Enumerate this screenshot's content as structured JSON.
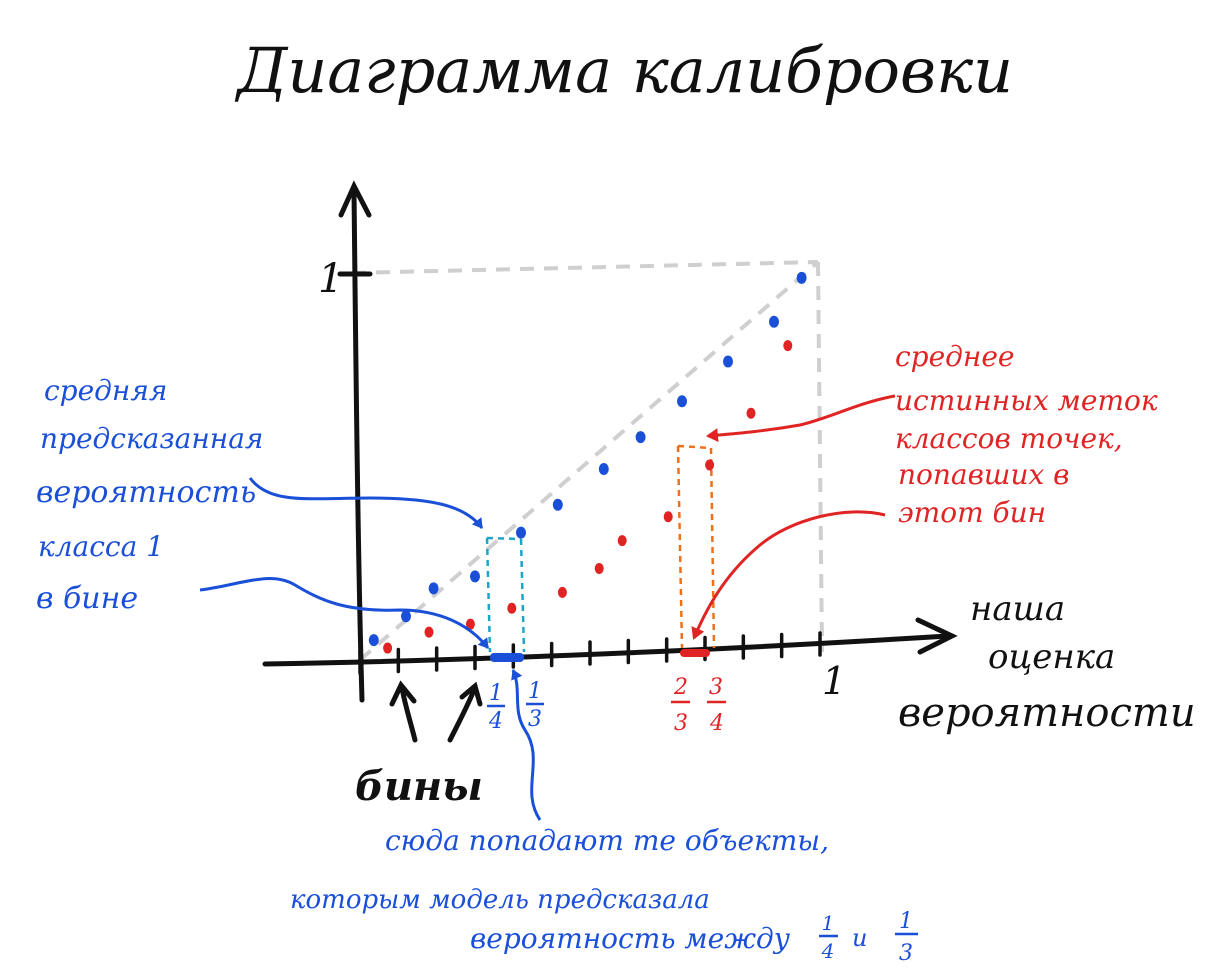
{
  "title": "Диаграмма калибровки",
  "axes": {
    "y_one": "1",
    "x_one": "1",
    "x_label_lines": [
      "наша",
      "оценка",
      "вероятности"
    ]
  },
  "ticks": {
    "blue_left_num": "1",
    "blue_left_den": "4",
    "blue_right_num": "1",
    "blue_right_den": "3",
    "red_left_num": "2",
    "red_left_den": "3",
    "red_right_num": "3",
    "red_right_den": "4"
  },
  "annotations": {
    "left_blue_lines": [
      "средняя",
      "предсказанная",
      "вероятность",
      "класса 1",
      "в бине"
    ],
    "right_red_lines": [
      "среднее",
      "истинных меток",
      "классов точек,",
      "попавших в",
      "этот бин"
    ],
    "bins_label": "бины",
    "bottom_blue_lines": [
      "сюда попадают те объекты,",
      "которым модель предсказала",
      "вероятность между"
    ],
    "bottom_frac_a_num": "1",
    "bottom_frac_a_den": "4",
    "bottom_conj": "и",
    "bottom_frac_b_num": "1",
    "bottom_frac_b_den": "3"
  },
  "colors": {
    "ink": "#111111",
    "blue": "#1a4fd8",
    "red": "#e02424",
    "cyan_bin": "#1aa6c6",
    "orange_bin": "#f0701a",
    "diagonal": "#cfcfcf"
  },
  "series": {
    "blue_points": [
      [
        0.03,
        0.05
      ],
      [
        0.1,
        0.11
      ],
      [
        0.16,
        0.18
      ],
      [
        0.25,
        0.21
      ],
      [
        0.35,
        0.32
      ],
      [
        0.43,
        0.39
      ],
      [
        0.53,
        0.48
      ],
      [
        0.61,
        0.56
      ],
      [
        0.7,
        0.65
      ],
      [
        0.8,
        0.75
      ],
      [
        0.9,
        0.85
      ],
      [
        0.96,
        0.96
      ]
    ],
    "red_points": [
      [
        0.06,
        0.03
      ],
      [
        0.15,
        0.07
      ],
      [
        0.24,
        0.09
      ],
      [
        0.33,
        0.13
      ],
      [
        0.44,
        0.17
      ],
      [
        0.52,
        0.23
      ],
      [
        0.57,
        0.3
      ],
      [
        0.67,
        0.36
      ],
      [
        0.76,
        0.49
      ],
      [
        0.85,
        0.62
      ],
      [
        0.93,
        0.79
      ]
    ],
    "blue_bin": {
      "lo": 0.25,
      "hi": 0.333,
      "accuracy": 0.24,
      "confidence": 0.29
    },
    "red_bin": {
      "lo": 0.667,
      "hi": 0.75,
      "accuracy": 0.48,
      "confidence": 0.7
    }
  }
}
